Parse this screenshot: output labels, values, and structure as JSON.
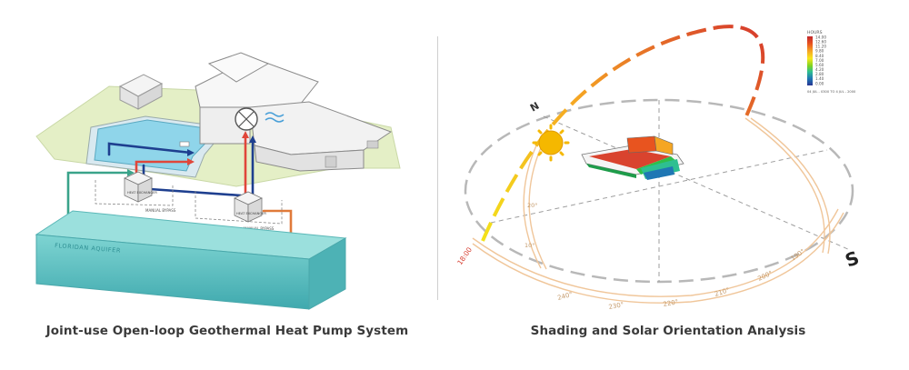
{
  "left_panel": {
    "caption": "Joint-use Open-loop Geothermal Heat Pump System",
    "aquifer_label": "FLORIDAN AQUIFER",
    "heat_exchanger_label_1": "HEAT EXCHANGER",
    "heat_exchanger_label_2": "HEAT EXCHANGER",
    "bypass_label_1": "MANUAL BYPASS",
    "bypass_label_2": "MANUAL BYPASS",
    "colors": {
      "hot": "#e0463a",
      "cold": "#1e3f8f",
      "aquifer": "#5fc4c4",
      "pool": "#8fd5ea",
      "lawn": "#e4efc6"
    }
  },
  "right_panel": {
    "caption": "Shading and Solar Orientation Analysis",
    "compass_north": "N",
    "compass_south": "S",
    "sun_path_time_label": "18:00",
    "altitude_labels": [
      "10°",
      "20°"
    ],
    "azimuth_labels": [
      "240°",
      "230°",
      "220°",
      "210°",
      "200°",
      "190°"
    ],
    "legend": {
      "title": "HOURS",
      "values": [
        "14.00",
        "12.60",
        "11.20",
        "9.80",
        "8.40",
        "7.00",
        "5.60",
        "4.20",
        "2.80",
        "1.40",
        "0.00"
      ],
      "period": "04 JUL - 0300 TO 4 JUL - 2000",
      "gradient": [
        "#c1272d",
        "#e8541f",
        "#f5a623",
        "#f8e71c",
        "#7ed321",
        "#2ebf91",
        "#1f77b4",
        "#283593"
      ]
    },
    "colors": {
      "sun": "#f5b800",
      "sunpath_start": "#f3e21a",
      "sunpath_end": "#d63a2c",
      "orbit": "#f0c69a",
      "dashed_ring": "#b0b0b0"
    }
  }
}
